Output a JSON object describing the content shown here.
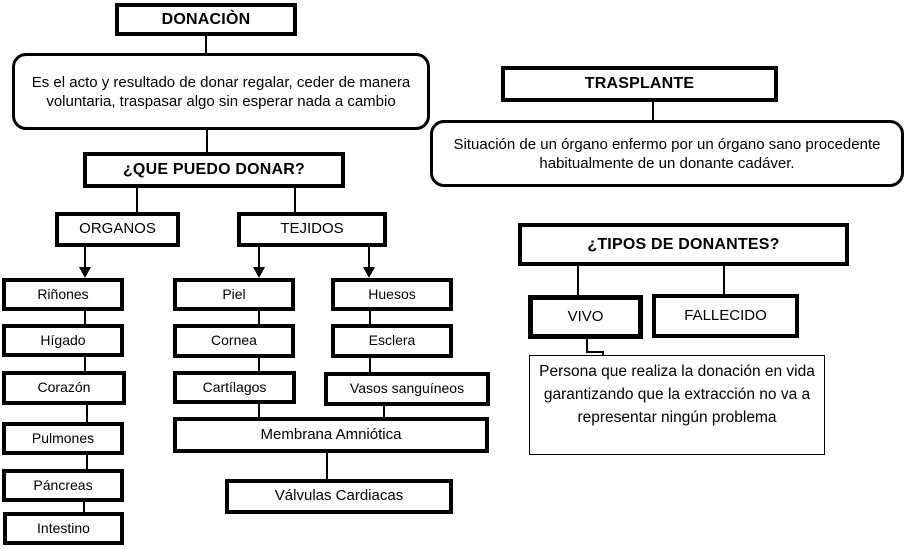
{
  "colors": {
    "line": "#000000",
    "background": "#ffffff",
    "text": "#000000"
  },
  "donacion": {
    "title": "DONACIÒN",
    "description": "Es el acto y resultado de donar regalar, ceder de manera voluntaria, traspasar algo sin esperar nada a cambio"
  },
  "trasplante": {
    "title": "TRASPLANTE",
    "description": "Situación de un órgano enfermo por un órgano sano procedente habitualmente de un donante cadáver."
  },
  "que_puedo_donar": {
    "title": "¿QUE PUEDO DONAR?"
  },
  "organos": {
    "title": "ORGANOS",
    "items": [
      "Riñones",
      "Hígado",
      "Corazón",
      "Pulmones",
      "Páncreas",
      "Intestino"
    ]
  },
  "tejidos": {
    "title": "TEJIDOS",
    "col1": [
      "Piel",
      "Cornea",
      "Cartílagos"
    ],
    "col2": [
      "Huesos",
      "Esclera",
      "Vasos sanguíneos"
    ],
    "shared": [
      "Membrana Amniótica",
      "Válvulas Cardiacas"
    ]
  },
  "tipos_donantes": {
    "title": "¿TIPOS DE DONANTES?",
    "vivo": "VIVO",
    "fallecido": "FALLECIDO",
    "vivo_description": "Persona que realiza la donación en vida garantizando que la extracción no va a representar ningún problema"
  }
}
